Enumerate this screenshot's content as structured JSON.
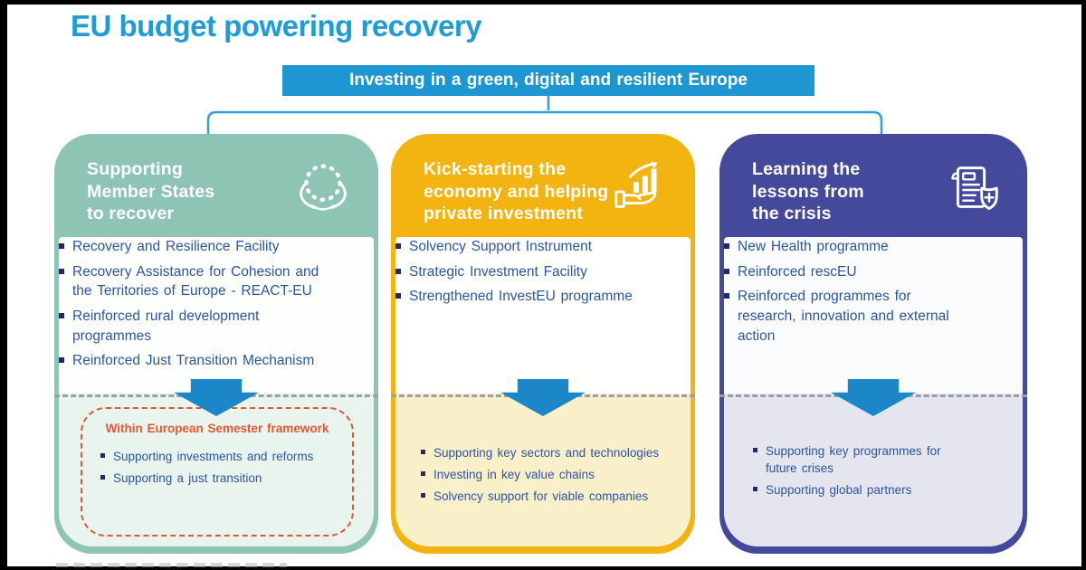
{
  "title": "EU budget powering recovery",
  "banner": {
    "label": "Investing in a green, digital and resilient Europe"
  },
  "icons": {
    "column_0": "hands-holding-eu-stars-icon",
    "column_1": "hand-holding-growth-chart-icon",
    "column_2": "document-with-health-shield-icon",
    "divider_arrow": "down-arrow-icon"
  },
  "columns": [
    {
      "title": "Supporting\nMember States\nto recover",
      "items": [
        "Recovery and Resilience Facility",
        "Recovery Assistance for Cohesion and the Territories of Europe - REACT-EU",
        "Reinforced rural development programmes",
        "Reinforced Just Transition Mechanism"
      ],
      "bottom": {
        "heading": "Within European Semester framework",
        "items": [
          "Supporting investments and reforms",
          "Supporting a just transition"
        ]
      }
    },
    {
      "title": "Kick-starting the\neconomy and helping\nprivate investment",
      "items": [
        "Solvency Support Instrument",
        "Strategic Investment Facility",
        "Strengthened InvestEU programme"
      ],
      "bottom": {
        "items": [
          "Supporting key sectors and technologies",
          "Investing in key value chains",
          "Solvency support for viable companies"
        ]
      }
    },
    {
      "title": "Learning the\nlessons from\nthe crisis",
      "items": [
        "New Health programme",
        "Reinforced rescEU",
        "Reinforced programmes for research, innovation and external action"
      ],
      "bottom": {
        "items": [
          "Supporting key programmes for future crises",
          "Supporting global partners"
        ]
      }
    }
  ],
  "colors": {
    "title-blue": "#1e9cd8",
    "banner-blue": "#1e96d2",
    "bracket-blue": "#2f9fd9",
    "arrow-blue": "#1b86c8",
    "teal": "#8ec4b4",
    "teal-light": "#e9f4ef",
    "teal-white": "#fdfffd",
    "yellow": "#f3b310",
    "yellow-light": "#f9efc9",
    "yellow-white": "#fffffe",
    "indigo": "#45499c",
    "indigo-light": "#e4e5ee",
    "indigo-white": "#fafbfd",
    "list-blue": "#2b55a5",
    "bullet-navy": "#1f2a6e",
    "orange": "#e4572e",
    "dash-gray": "#98a0a6"
  }
}
